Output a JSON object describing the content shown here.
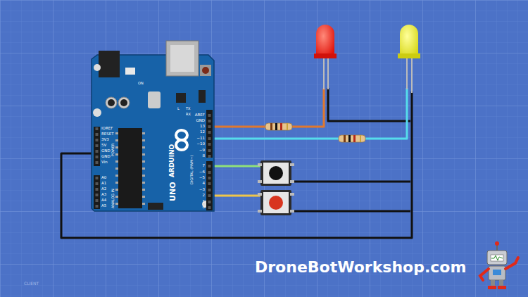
{
  "diagram": {
    "labels": [
      "AREF",
      "GND",
      "13",
      "12",
      "~11",
      "~10",
      "~9",
      "8",
      "7",
      "~6",
      "~5",
      "4",
      "~3",
      "2",
      "1",
      "0",
      "DIGITAL (PWM~)",
      "IOREF",
      "RESET",
      "3V3",
      "5V",
      "GND",
      "GND",
      "Vin",
      "POWER",
      "A0",
      "A1",
      "A2",
      "A3",
      "A4",
      "A5",
      "ANALOG IN",
      "ARDUINO",
      "UNO",
      "ON",
      "L",
      "TX",
      "RX",
      "DroneBotWorkshop.com",
      "CLIENT"
    ]
  }
}
